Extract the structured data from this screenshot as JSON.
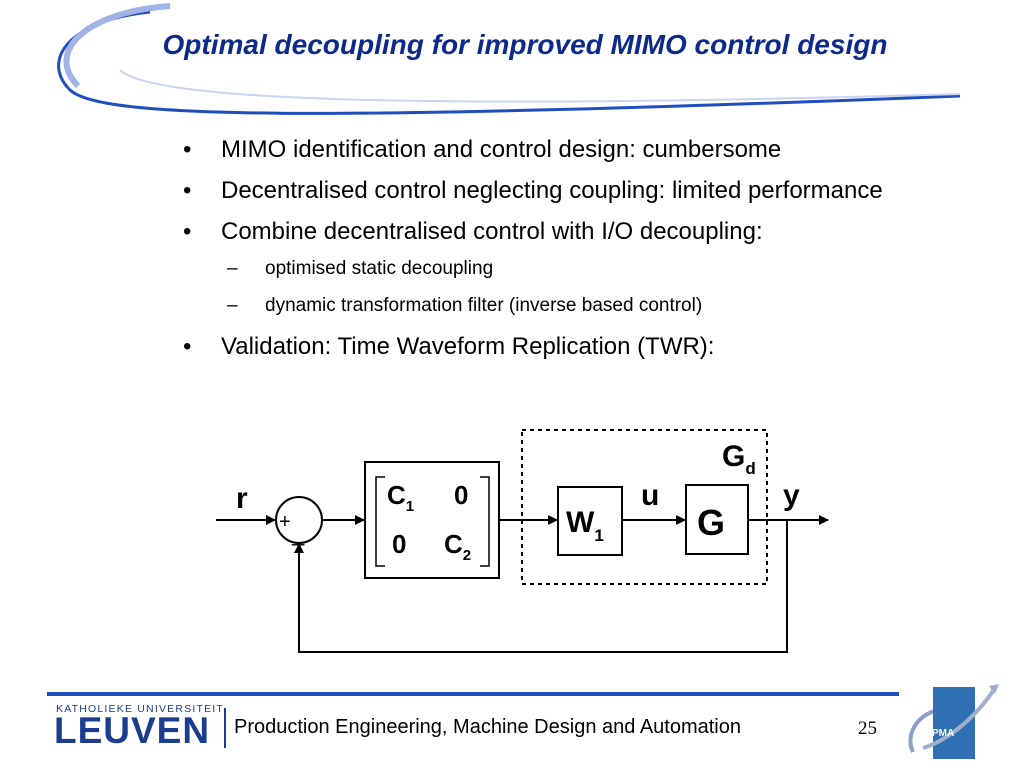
{
  "title": "Optimal decoupling for improved MIMO control design",
  "bullets": [
    "MIMO identification and control design: cumbersome",
    "Decentralised control neglecting coupling: limited performance",
    "Combine decentralised control with I/O decoupling:",
    "Validation: Time Waveform Replication (TWR):"
  ],
  "sub_bullets": [
    "optimised static decoupling",
    "dynamic transformation filter (inverse based control)"
  ],
  "markers": {
    "bullet": "•",
    "dash": "–"
  },
  "diagram": {
    "input": "r",
    "output": "y",
    "control_signal": "u",
    "sum_plus": "+",
    "sum_minus": "_",
    "controller": {
      "c1": "C",
      "c1_sub": "1",
      "c2": "C",
      "c2_sub": "2",
      "zero": "0"
    },
    "filter": {
      "name": "W",
      "sub": "1"
    },
    "plant": "G",
    "dashed_group": {
      "name": "G",
      "sub": "d"
    }
  },
  "footer": {
    "university_small": "KATHOLIEKE UNIVERSITEIT",
    "university": "LEUVEN",
    "department": "Production Engineering, Machine Design and Automation",
    "page": "25",
    "logo": "PMA"
  },
  "colors": {
    "title": "#0b2a8c",
    "accent": "#1f4fbf"
  }
}
